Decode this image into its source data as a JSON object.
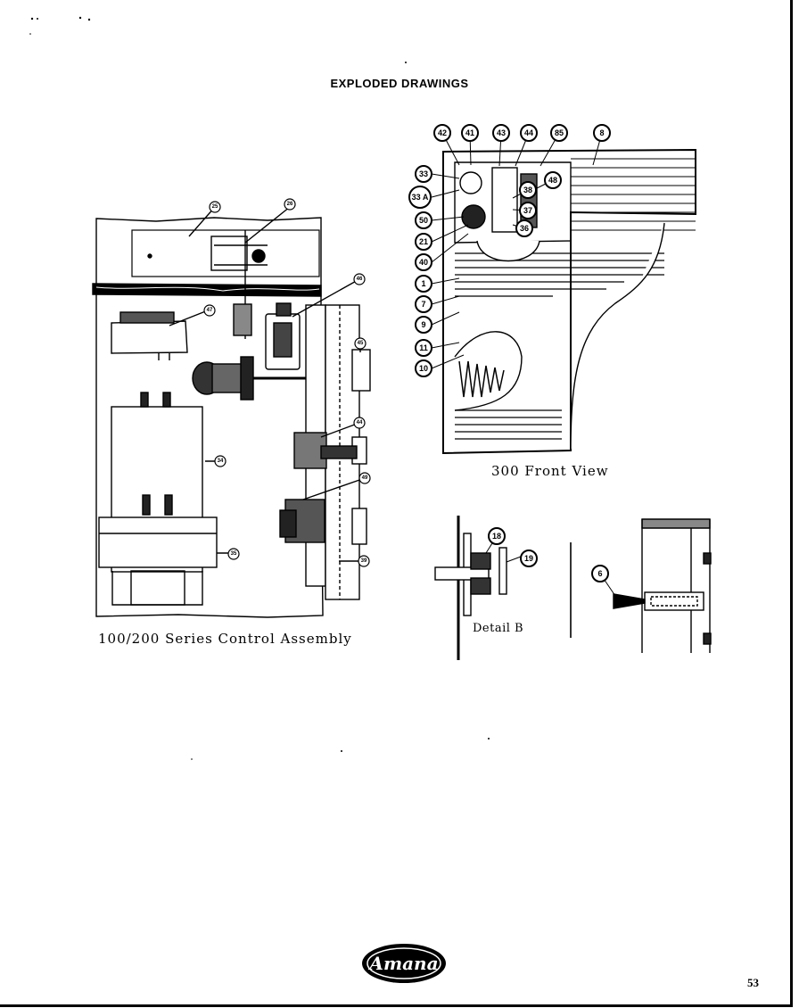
{
  "page": {
    "title": "EXPLODED DRAWINGS",
    "page_number": "53"
  },
  "captions": {
    "control_assembly": "100/200 Series Control Assembly",
    "front_view": "300 Front View",
    "detail_b": "Detail B"
  },
  "logo": {
    "text": "Amana",
    "icon": "amana-logo"
  },
  "callouts": {
    "front_view": [
      "42",
      "41",
      "43",
      "44",
      "85",
      "8",
      "33",
      "33 A",
      "50",
      "21",
      "40",
      "1",
      "7",
      "9",
      "11",
      "10",
      "48",
      "38",
      "37",
      "36"
    ],
    "control_assembly": [
      "25",
      "26",
      "46",
      "47",
      "45",
      "44",
      "49",
      "34",
      "35",
      "39"
    ],
    "detail": [
      "18",
      "19",
      "6"
    ]
  }
}
